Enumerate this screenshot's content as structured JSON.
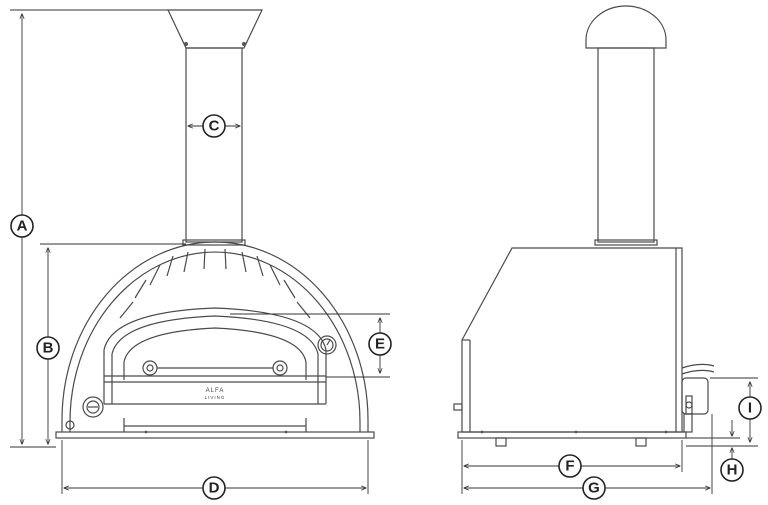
{
  "brand": {
    "logo_main": "ALFA",
    "logo_sub": "LIVING"
  },
  "labels": {
    "A": "A",
    "B": "B",
    "C": "C",
    "D": "D",
    "E": "E",
    "F": "F",
    "G": "G",
    "H": "H",
    "I": "I"
  },
  "colors": {
    "line": "#4a4a4a",
    "badge_stroke": "#222222",
    "background": "#ffffff"
  }
}
